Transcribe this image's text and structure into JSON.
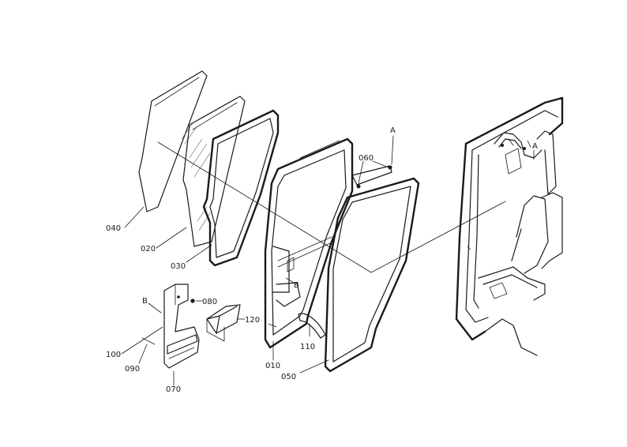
{
  "labels": {
    "p040": "040",
    "p020": "020",
    "p030": "030",
    "p010": "010",
    "p050": "050",
    "p060": "060",
    "p070": "070",
    "p080": "080",
    "p090": "090",
    "p100": "100",
    "p110": "110",
    "p120": "120",
    "refA1": "A",
    "refA2": "A",
    "refB1": "B",
    "refB2": "B"
  },
  "colors": {
    "ink": "#1a1a1a",
    "paper": "#ffffff"
  }
}
